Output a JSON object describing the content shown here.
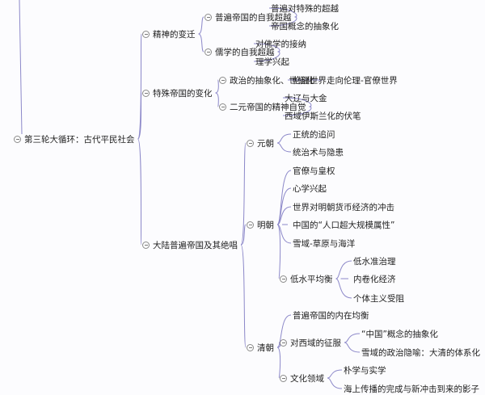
{
  "colors": {
    "edge": "#8c88c9",
    "text": "#222222",
    "background": "#fcfcfe"
  },
  "root": {
    "label": "第三轮大循环：古代平民社会"
  },
  "branches": [
    {
      "label": "精神的变迁",
      "children": [
        {
          "label": "普遍帝国的自我超越",
          "children": [
            "普遍对特殊的超越",
            "帝国概念的抽象化"
          ]
        },
        {
          "label": "儒学的自我超越",
          "children": [
            "对佛学的接纳",
            "理学兴起"
          ]
        }
      ]
    },
    {
      "label": "特殊帝国的变化",
      "children": [
        {
          "label": "政治的抽象化、世俗化",
          "children": [
            "伦理世界走向伦理-官僚世界"
          ]
        },
        {
          "label": "二元帝国的精神自觉",
          "children": [
            "大辽与大金",
            "西域伊斯兰化的伏笔"
          ]
        }
      ]
    },
    {
      "label": "大陆普遍帝国及其绝唱",
      "children": [
        {
          "label": "元朝",
          "children": [
            "正统的追问",
            "统治术与隐患"
          ]
        },
        {
          "label": "明朝",
          "children": [
            "官僚与皇权",
            "心学兴起",
            "世界对明朝货币经济的冲击",
            "中国的“人口超大规模属性”",
            "雪域-草原与海洋",
            {
              "label": "低水平均衡",
              "children": [
                "低水准治理",
                "内卷化经济",
                "个体主义受阻"
              ]
            }
          ]
        },
        {
          "label": "清朝",
          "children": [
            "普遍帝国的内在均衡",
            {
              "label": "对西域的征服",
              "children": [
                "“中国”概念的抽象化",
                "雪域的政治隐喻：大清的体系化"
              ]
            },
            {
              "label": "文化领域",
              "children": [
                "朴学与实学",
                "海上传播的完成与新冲击到来的影子"
              ]
            }
          ]
        }
      ]
    }
  ]
}
